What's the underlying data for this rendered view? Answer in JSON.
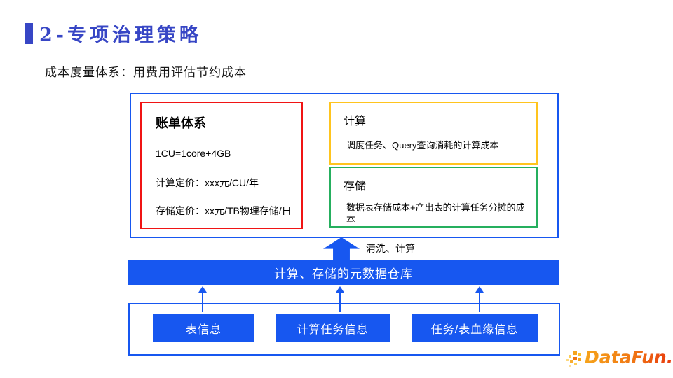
{
  "page": {
    "title": "2-专项治理策略",
    "subtitle": "成本度量体系：用费用评估节约成本"
  },
  "diagram": {
    "billing_box": {
      "title": "账单体系",
      "lines": [
        "1CU=1core+4GB",
        "计算定价：xxx元/CU/年",
        "存储定价：xx元/TB物理存储/日"
      ]
    },
    "compute_box": {
      "title": "计算",
      "desc": "调度任务、Query查询消耗的计算成本"
    },
    "storage_box": {
      "title": "存储",
      "desc": "数据表存储成本+产出表的计算任务分摊的成本"
    },
    "arrow_label": "清洗、计算",
    "warehouse_bar": "计算、存储的元数据仓库",
    "sources": [
      "表信息",
      "计算任务信息",
      "任务/表血缘信息"
    ]
  },
  "footer": {
    "logo_text": "DataFun."
  },
  "colors": {
    "accent_blue": "#1757f0",
    "title_blue": "#3746c5",
    "billing_red": "#f01414",
    "compute_yellow": "#ffc41e",
    "storage_green": "#25af5e",
    "logo_gradient_start": "#f6a41b",
    "logo_gradient_end": "#e8380d"
  }
}
